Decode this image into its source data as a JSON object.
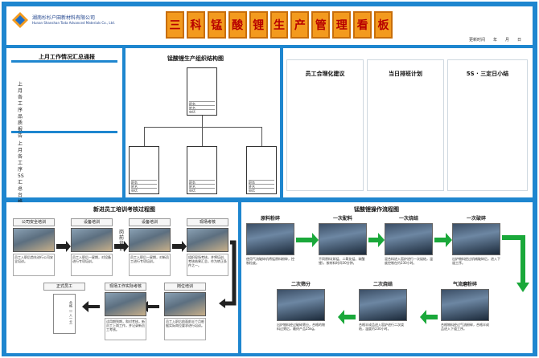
{
  "header": {
    "company_cn": "湖南杉杉户田新材料有限公司",
    "company_en": "Hunan Shanshan Toda Advanced Materials Co., Ltd.",
    "title_chars": [
      "三",
      "科",
      "锰",
      "酸",
      "锂",
      "生",
      "产",
      "管",
      "理",
      "看",
      "板"
    ],
    "update_label": "更新时间",
    "year_label": "年",
    "month_label": "月",
    "day_label": "日",
    "title_bg": "#f39a1e",
    "title_fg": "#b80000",
    "board_color": "#1e86cf"
  },
  "summary": {
    "title": "上月工作情况汇总通报",
    "row1": "上月各工序品质报告",
    "row2": "上月各工序5S汇总台格通"
  },
  "org": {
    "title": "锰酸锂生产组织结构图",
    "fields": [
      "职务",
      "姓名",
      "电话"
    ]
  },
  "ideas": {
    "col1": "员工合理化建议",
    "col2": "当日排班计划",
    "col3": "5S · 三定日小结"
  },
  "training": {
    "title": "新进员工培训考核过程图",
    "steps": [
      {
        "label": "公司安全培训",
        "note": "员工入职后首先进行公司安全培训。"
      },
      {
        "label": "设备培训",
        "note": "员工入职后一星期，对设备进行专项培训。"
      },
      {
        "label": "设备培训",
        "note": "员工入职后一星期，对新员工进行专项培训。"
      },
      {
        "label": "现场考核",
        "note": "组织现场考核，并将培训、考核结果汇总，作为转正条件之一。"
      }
    ],
    "return_steps": [
      {
        "label": "正式员工",
        "note": ""
      },
      {
        "label": "现场工作实际考核",
        "note": "试用期到期，和对考核，新员工上岗工作，并记录新员工考核。"
      },
      {
        "label": "岗位培训",
        "note": "员工入职后前面前半个月根据实际岗位要求进行培训。"
      }
    ],
    "side_text": "岗前培训",
    "badge_text": "合格（一人一卡）"
  },
  "flow": {
    "title": "锰酸锂操作流程图",
    "top_steps": [
      {
        "label": "原料粉碎",
        "note": "使用气流破碎机将锰原料粉碎，控制粒度。"
      },
      {
        "label": "一次配料",
        "note": "不同原料(如锰、二氧化锰、碳酸锂)，按材料时间30分钟。"
      },
      {
        "label": "一次烧结",
        "note": "混合料进入窑炉进行一次烧结，温度控制在约230小时。"
      },
      {
        "label": "一次破碎",
        "note": "出炉物料经过机械破碎后，进入下道工序。"
      }
    ],
    "bottom_steps": [
      {
        "label": "二次筛分",
        "note": "出炉物料经过破碎筛分，合格的物料过筛后，最终产品25kg。"
      },
      {
        "label": "二次烧结",
        "note": "合格半成品进入窑炉进行二次烧结，温度约230小时。"
      },
      {
        "label": "气流磨粉碎",
        "note": "合格物料经过气流粉碎，合格半成品进入下道工序。"
      }
    ],
    "arrow_color": "#1aa83a"
  }
}
